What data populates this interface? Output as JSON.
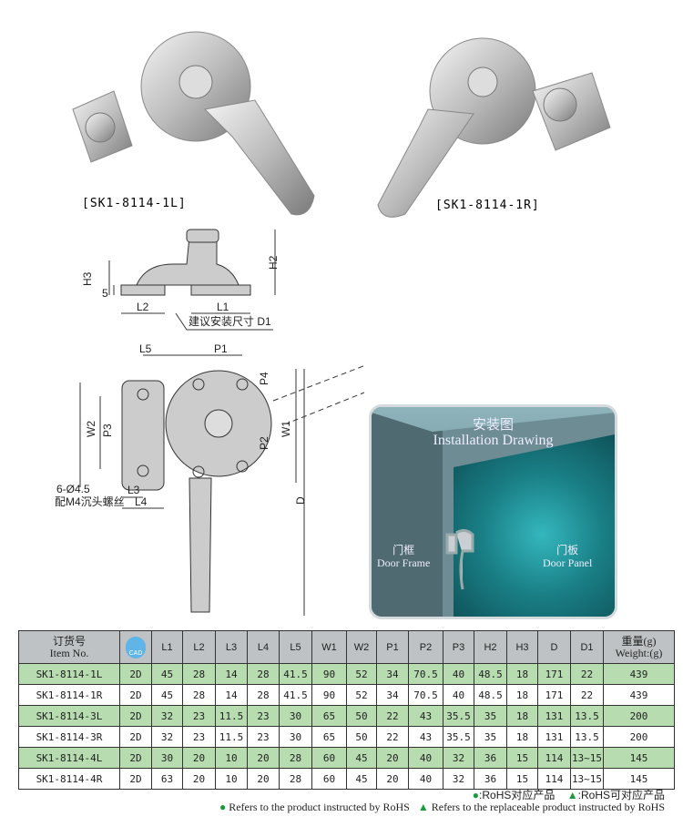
{
  "products": [
    {
      "label": "[SK1-8114-1L]"
    },
    {
      "label": "[SK1-8114-1R]"
    }
  ],
  "side_view": {
    "dims": [
      "H3",
      "5",
      "H2",
      "L2",
      "L1"
    ],
    "note": "建议安装尺寸 D1"
  },
  "front_view": {
    "dims": [
      "L5",
      "P1",
      "P4",
      "W2",
      "P3",
      "P2",
      "W1",
      "D",
      "L3",
      "L4"
    ],
    "hole_note_1": "6-Ø4.5",
    "hole_note_2": "配M4沉头螺丝"
  },
  "installation": {
    "title_cn": "安装图",
    "title_en": "Installation Drawing",
    "frame_cn": "门框",
    "frame_en": "Door Frame",
    "panel_cn": "门板",
    "panel_en": "Door Panel"
  },
  "table": {
    "item_cn": "订货号",
    "item_en": "Item No.",
    "cad_label": "CAD",
    "columns": [
      "L1",
      "L2",
      "L3",
      "L4",
      "L5",
      "W1",
      "W2",
      "P1",
      "P2",
      "P3",
      "H2",
      "H3",
      "D",
      "D1"
    ],
    "weight_cn": "重量(g)",
    "weight_en": "Weight:(g)",
    "rows": [
      [
        "SK1-8114-1L",
        "2D",
        "45",
        "28",
        "14",
        "28",
        "41.5",
        "90",
        "52",
        "34",
        "70.5",
        "40",
        "48.5",
        "18",
        "171",
        "22",
        "439"
      ],
      [
        "SK1-8114-1R",
        "2D",
        "45",
        "28",
        "14",
        "28",
        "41.5",
        "90",
        "52",
        "34",
        "70.5",
        "40",
        "48.5",
        "18",
        "171",
        "22",
        "439"
      ],
      [
        "SK1-8114-3L",
        "2D",
        "32",
        "23",
        "11.5",
        "23",
        "30",
        "65",
        "50",
        "22",
        "43",
        "35.5",
        "35",
        "18",
        "131",
        "13.5",
        "200"
      ],
      [
        "SK1-8114-3R",
        "2D",
        "32",
        "23",
        "11.5",
        "23",
        "30",
        "65",
        "50",
        "22",
        "43",
        "35.5",
        "35",
        "18",
        "131",
        "13.5",
        "200"
      ],
      [
        "SK1-8114-4L",
        "2D",
        "30",
        "20",
        "10",
        "20",
        "28",
        "60",
        "45",
        "20",
        "40",
        "32",
        "36",
        "15",
        "114",
        "13~15",
        "145"
      ],
      [
        "SK1-8114-4R",
        "2D",
        "63",
        "20",
        "10",
        "20",
        "28",
        "60",
        "45",
        "20",
        "40",
        "32",
        "36",
        "15",
        "114",
        "13~15",
        "145"
      ]
    ]
  },
  "notes": {
    "cn_circle": ":RoHS对应产品",
    "cn_triangle": ":RoHS可对应产品",
    "en_circle": "Refers to the product instructed by RoHS",
    "en_triangle": "Refers to the replaceable product instructed by RoHS"
  },
  "colors": {
    "green_row": "#b6dcb0",
    "header": "#bfc2c4",
    "rohs": "#1a9a3a"
  }
}
